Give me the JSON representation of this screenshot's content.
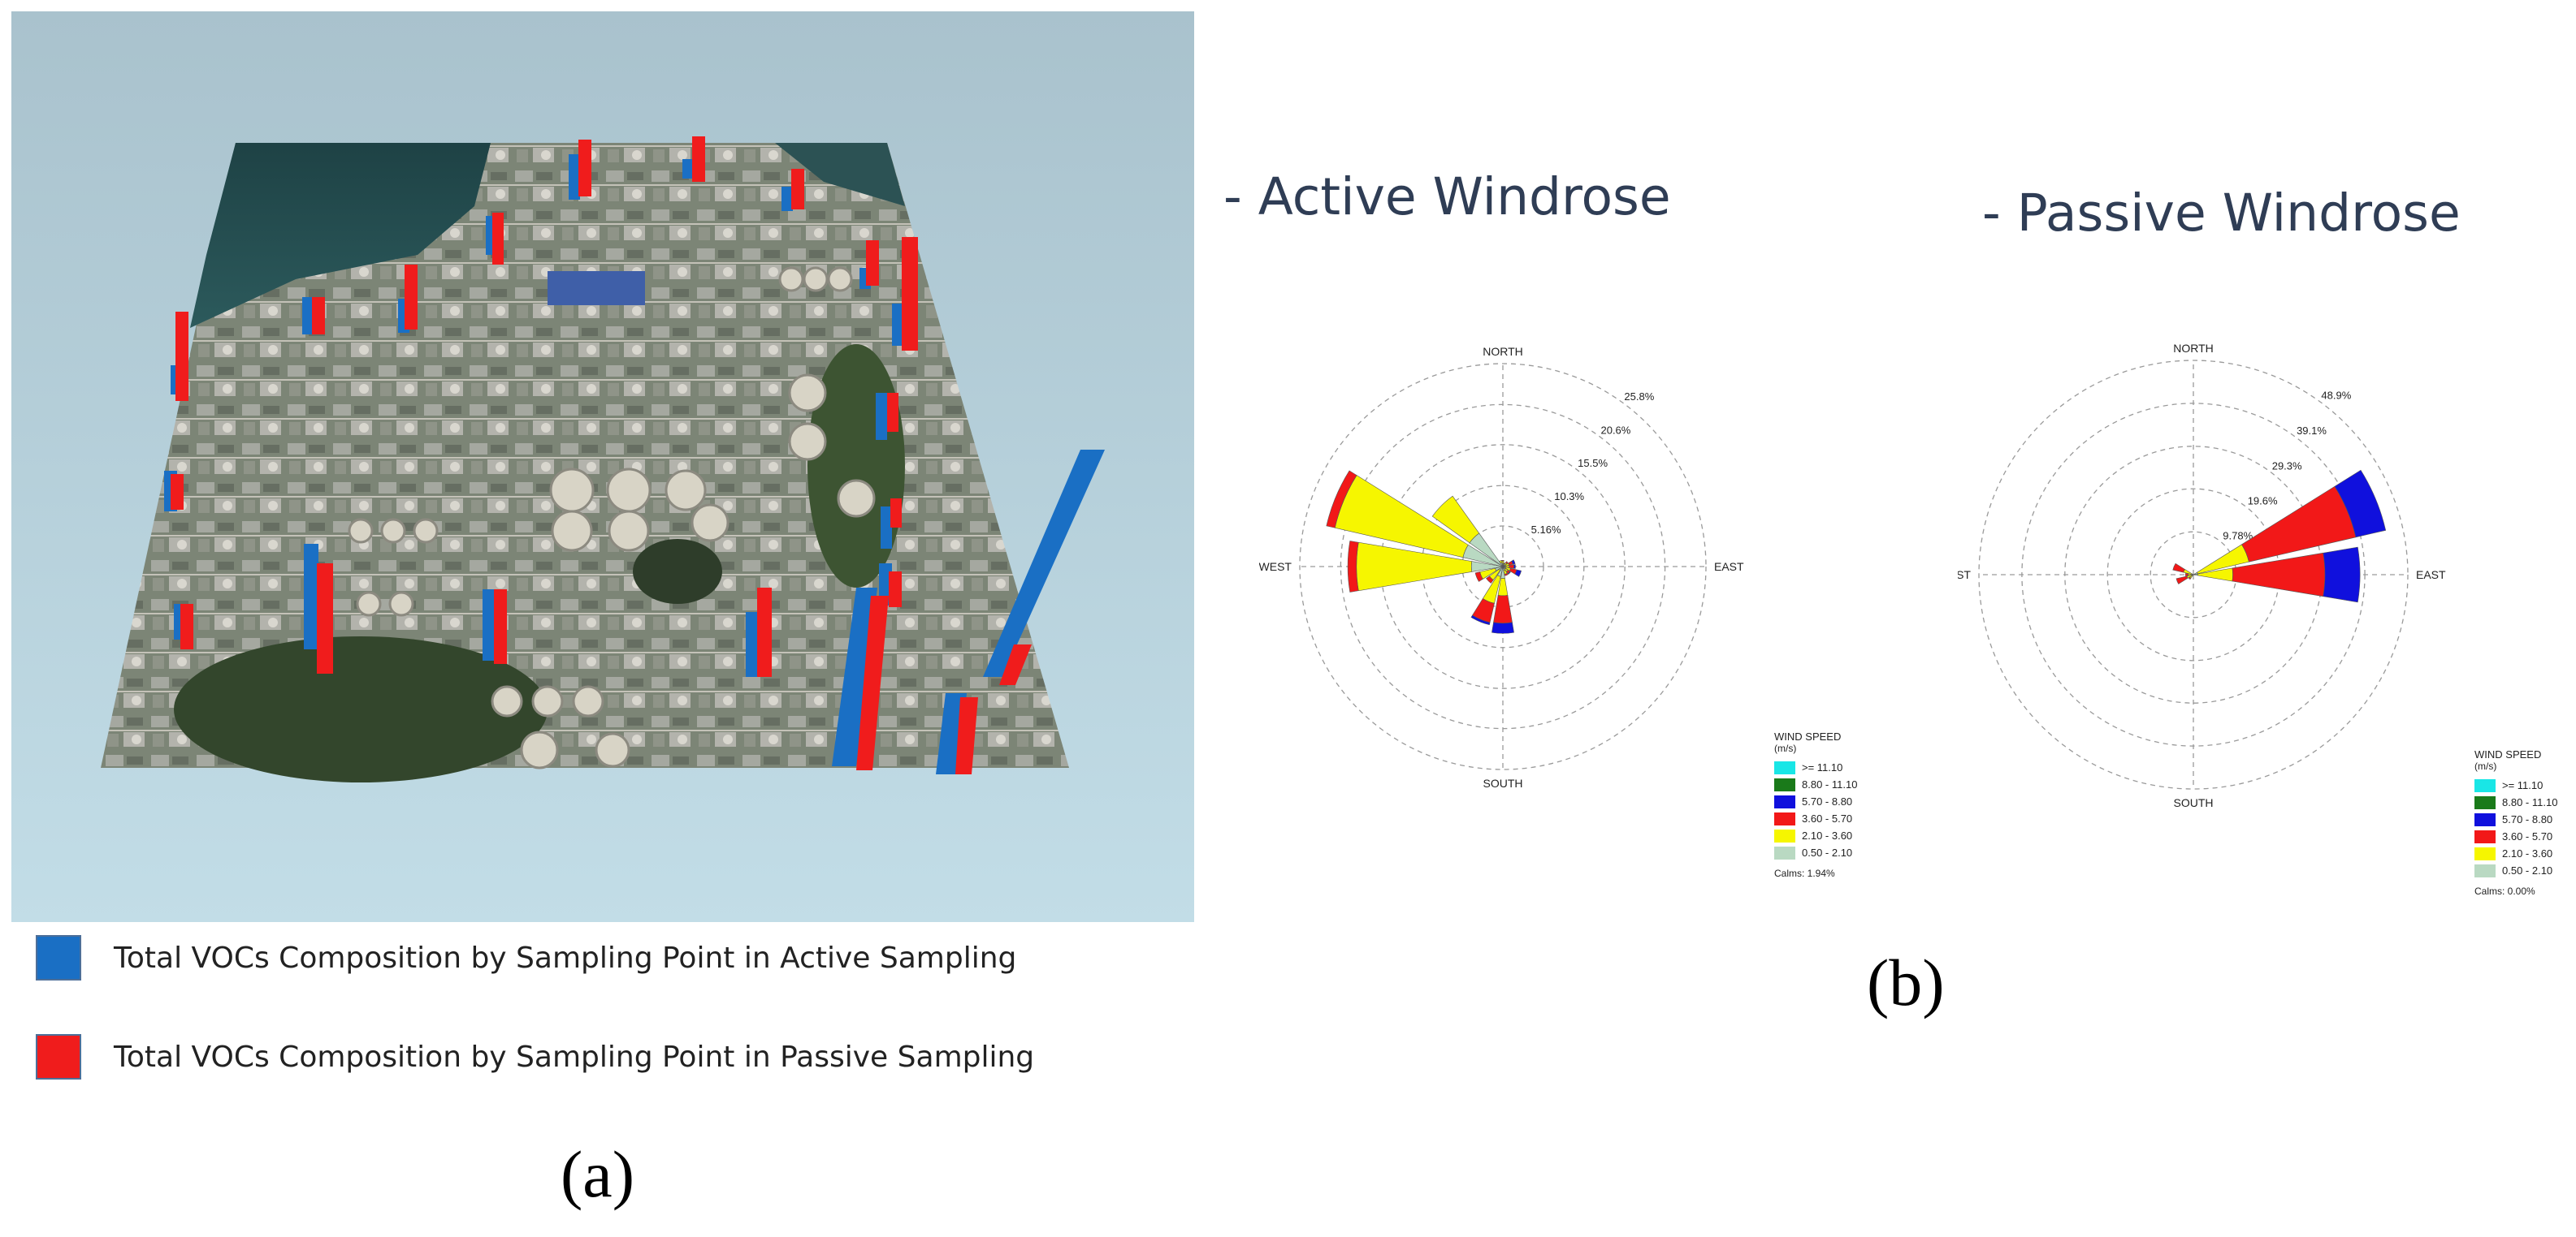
{
  "panel_a": {
    "label": "(a)",
    "legend": [
      {
        "text": "Total VOCs Composition by Sampling Point in Active Sampling",
        "color": "#1a6fc4"
      },
      {
        "text": "Total VOCs Composition by Sampling Point in Passive Sampling",
        "color": "#f01c1c"
      }
    ]
  },
  "panel_b": {
    "label": "(b)"
  },
  "chart_data": [
    {
      "type": "windrose",
      "title": "- Active Windrose",
      "directions": [
        "NORTH",
        "EAST",
        "SOUTH",
        "WEST"
      ],
      "rings": [
        "5.16%",
        "10.3%",
        "15.5%",
        "20.6%",
        "25.8%"
      ],
      "ring_values": [
        5.16,
        10.3,
        15.5,
        20.6,
        25.8
      ],
      "speed_bins": [
        {
          "label": ">= 11.10",
          "color": "#19e6e6"
        },
        {
          "label": "8.80 - 11.10",
          "color": "#1a7a1a"
        },
        {
          "label": "5.70 - 8.80",
          "color": "#1010dd"
        },
        {
          "label": "3.60 - 5.70",
          "color": "#f21818"
        },
        {
          "label": "2.10 - 3.60",
          "color": "#f6f600"
        },
        {
          "label": "0.50 - 2.10",
          "color": "#b9d9c2"
        }
      ],
      "legend_title": "WIND SPEED",
      "legend_unit": "(m/s)",
      "calms": "Calms: 1.94%",
      "petals": [
        {
          "dir": 0,
          "segs": [
            0.4,
            0.3,
            0.1,
            0,
            0,
            0
          ]
        },
        {
          "dir": 22.5,
          "segs": [
            0.2,
            0.2,
            0.1,
            0,
            0,
            0
          ]
        },
        {
          "dir": 45,
          "segs": [
            0.3,
            0.3,
            0.2,
            0,
            0,
            0
          ]
        },
        {
          "dir": 67.5,
          "segs": [
            0.4,
            0.4,
            0.5,
            0.3,
            0,
            0
          ]
        },
        {
          "dir": 90,
          "segs": [
            0.3,
            0.5,
            0.6,
            0.2,
            0,
            0
          ]
        },
        {
          "dir": 112.5,
          "segs": [
            0.4,
            0.6,
            0.8,
            0.6,
            0,
            0
          ]
        },
        {
          "dir": 135,
          "segs": [
            0.4,
            0.4,
            0.3,
            0.1,
            0,
            0
          ]
        },
        {
          "dir": 157.5,
          "segs": [
            0.5,
            0.5,
            0.2,
            0,
            0,
            0
          ]
        },
        {
          "dir": 180,
          "segs": [
            1.5,
            2.2,
            3.5,
            1.3,
            0,
            0
          ]
        },
        {
          "dir": 202.5,
          "segs": [
            1.3,
            3.5,
            2.5,
            0.3,
            0,
            0
          ]
        },
        {
          "dir": 225,
          "segs": [
            0.6,
            1.5,
            0.5,
            0,
            0,
            0
          ]
        },
        {
          "dir": 247.5,
          "segs": [
            1.0,
            2.0,
            0.6,
            0,
            0,
            0
          ]
        },
        {
          "dir": 270,
          "segs": [
            4.0,
            14.6,
            1.1,
            0,
            0,
            0
          ]
        },
        {
          "dir": 292.5,
          "segs": [
            5.2,
            16.7,
            1.1,
            0,
            0,
            0
          ]
        },
        {
          "dir": 315,
          "segs": [
            5.2,
            5.8,
            0,
            0,
            0,
            0
          ]
        },
        {
          "dir": 337.5,
          "segs": [
            0.5,
            0.3,
            0,
            0,
            0,
            0
          ]
        }
      ]
    },
    {
      "type": "windrose",
      "title": "- Passive Windrose",
      "directions": [
        "NORTH",
        "EAST",
        "SOUTH",
        "WEST"
      ],
      "rings": [
        "9.78%",
        "19.6%",
        "29.3%",
        "39.1%",
        "48.9%"
      ],
      "ring_values": [
        9.78,
        19.6,
        29.3,
        39.1,
        48.9
      ],
      "speed_bins": [
        {
          "label": ">= 11.10",
          "color": "#19e6e6"
        },
        {
          "label": "8.80 - 11.10",
          "color": "#1a7a1a"
        },
        {
          "label": "5.70 - 8.80",
          "color": "#1010dd"
        },
        {
          "label": "3.60 - 5.70",
          "color": "#f21818"
        },
        {
          "label": "2.10 - 3.60",
          "color": "#f6f600"
        },
        {
          "label": "0.50 - 2.10",
          "color": "#b9d9c2"
        }
      ],
      "legend_title": "WIND SPEED",
      "legend_unit": "(m/s)",
      "calms": "Calms: 0.00%",
      "petals": [
        {
          "dir": 67.5,
          "segs": [
            1.0,
            12.0,
            25.0,
            7.0,
            0,
            0
          ]
        },
        {
          "dir": 90,
          "segs": [
            1.0,
            8.0,
            21.0,
            8.0,
            0,
            0
          ]
        },
        {
          "dir": 247.5,
          "segs": [
            0.2,
            1.3,
            2.5,
            0,
            0,
            0
          ]
        },
        {
          "dir": 270,
          "segs": [
            0.2,
            1.0,
            0.6,
            0,
            0,
            0
          ]
        },
        {
          "dir": 292.5,
          "segs": [
            0.3,
            2.0,
            2.5,
            0,
            0,
            0
          ]
        },
        {
          "dir": 225,
          "segs": [
            0.2,
            0.8,
            0.3,
            0,
            0,
            0
          ]
        }
      ]
    }
  ]
}
